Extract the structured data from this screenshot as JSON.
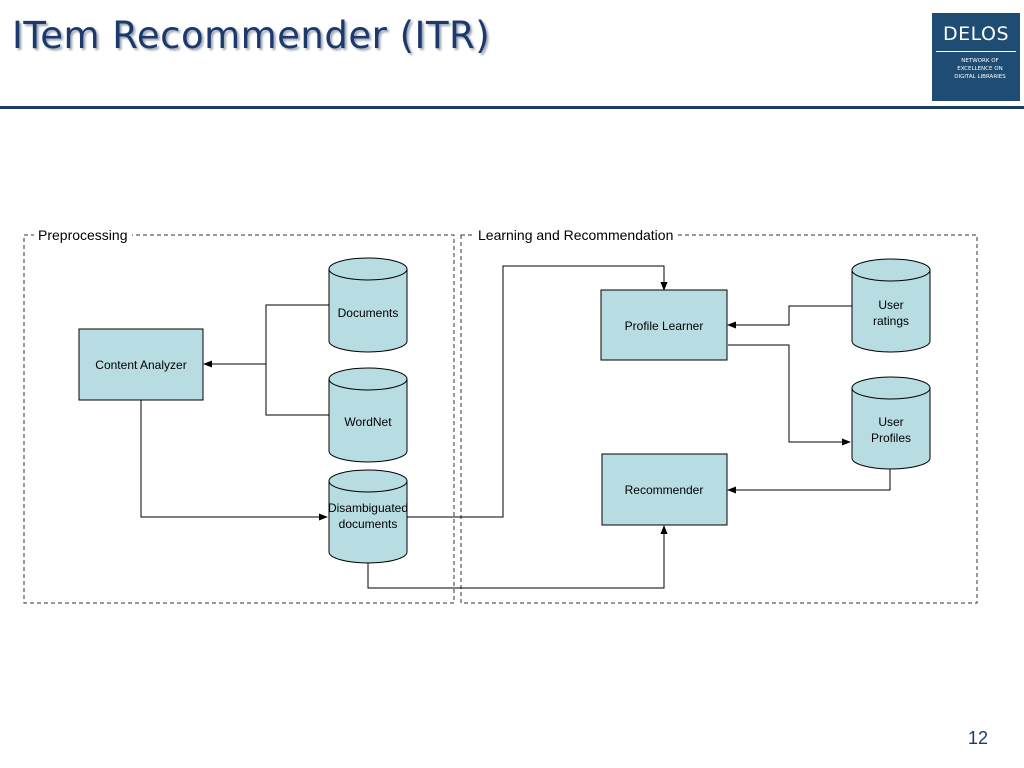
{
  "slide": {
    "title": "ITem Recommender (ITR)",
    "page_number": "12"
  },
  "logo": {
    "word": "DELOS",
    "subtitle": "Network of Excellence on Digital Libraries"
  },
  "diagram": {
    "groups": {
      "preprocessing": "Preprocessing",
      "learning": "Learning and Recommendation"
    },
    "nodes": {
      "content_analyzer": "Content Analyzer",
      "documents": "Documents",
      "wordnet": "WordNet",
      "disambiguated_line1": "Disambiguated",
      "disambiguated_line2": "documents",
      "profile_learner": "Profile Learner",
      "recommender": "Recommender",
      "user_ratings_line1": "User",
      "user_ratings_line2": "ratings",
      "user_profiles_line1": "User",
      "user_profiles_line2": "Profiles"
    }
  },
  "colors": {
    "node_fill": "#b7dde3",
    "title": "#1b3a6b",
    "logo_bg": "#1f4c73"
  }
}
